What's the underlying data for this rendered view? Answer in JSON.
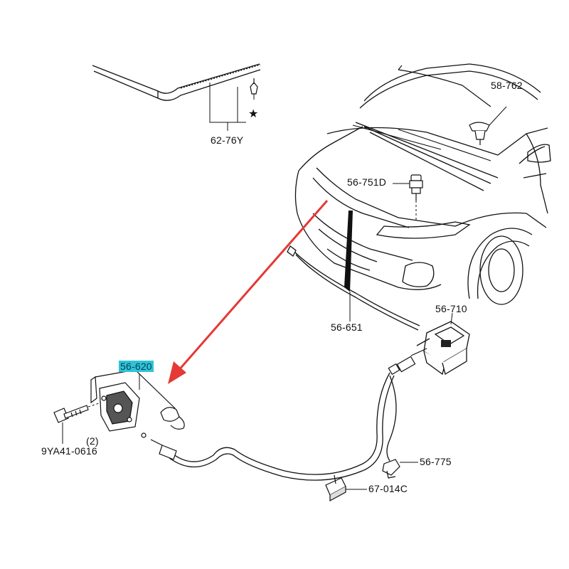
{
  "parts": {
    "moulding": {
      "number": "62-76Y"
    },
    "rubber_seal": {
      "number": "58-762"
    },
    "cushion": {
      "number": "56-751D"
    },
    "release_cable": {
      "number": "56-651"
    },
    "release_lever": {
      "number": "56-710"
    },
    "hood_latch": {
      "number": "56-620"
    },
    "bolt": {
      "number": "9YA41-0616",
      "quantity": "(2)"
    },
    "cable_clip": {
      "number": "56-775"
    },
    "clip": {
      "number": "67-014C"
    }
  },
  "colors": {
    "line": "#111111",
    "arrow": "#e53935",
    "highlight": "#2ec4d6"
  }
}
